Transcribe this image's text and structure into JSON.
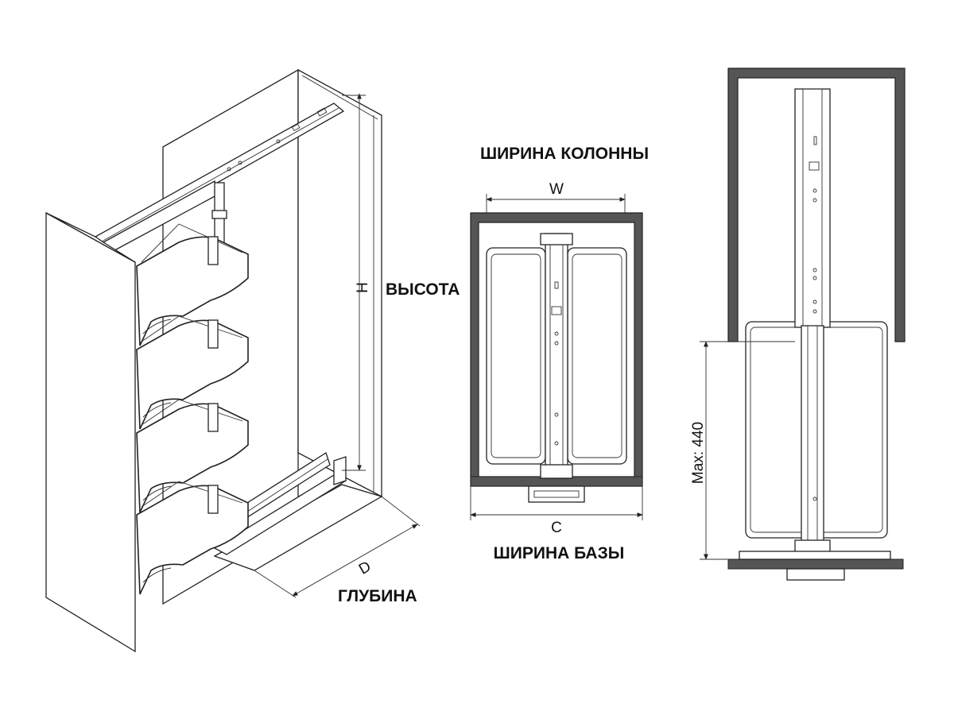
{
  "labels": {
    "height_letter": "H",
    "height_word": "ВЫСОТА",
    "depth_letter": "D",
    "depth_word": "ГЛУБИНА",
    "column_width_title": "ШИРИНА КОЛОННЫ",
    "width_letter": "W",
    "base_width_letter": "C",
    "base_width_title": "ШИРИНА БАЗЫ",
    "max_height": "Max: 440"
  },
  "colors": {
    "line": "#222222",
    "frame": "#555555",
    "background": "#ffffff"
  }
}
